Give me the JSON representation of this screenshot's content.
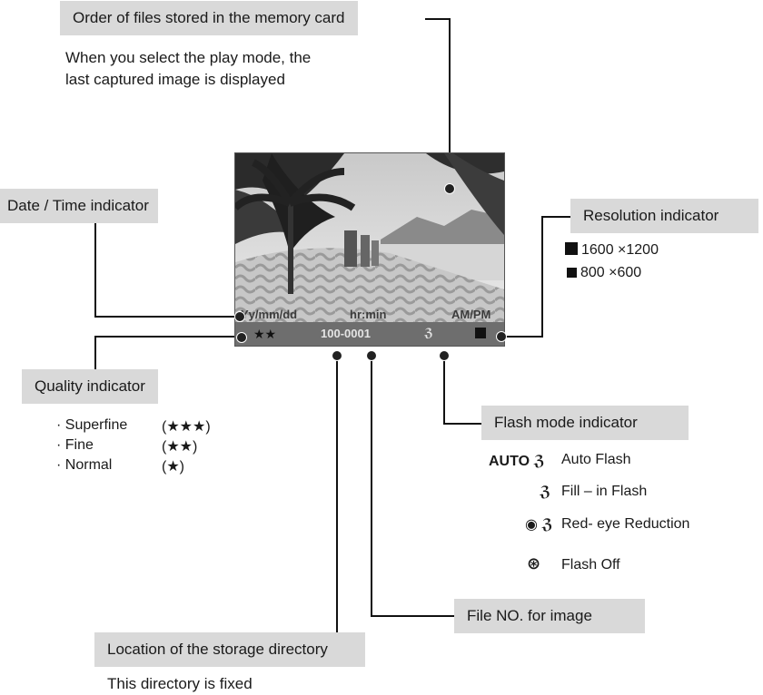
{
  "labels": {
    "order": "Order of files stored in the memory card",
    "order_desc_1": "When you select the play mode, the",
    "order_desc_2": "last captured image is displayed",
    "datetime": "Date / Time indicator",
    "resolution": "Resolution indicator",
    "quality": "Quality indicator",
    "flash": "Flash mode indicator",
    "fileno": "File NO. for image",
    "location": "Location of the storage directory",
    "location_desc": "This directory is fixed"
  },
  "screen": {
    "date": "Yy/mm/dd",
    "time": "hr:min",
    "ampm": "AM/PM",
    "quality_stars": "★★",
    "file_number": "100-0001",
    "flash_symbol": "ℨ"
  },
  "resolutions": [
    {
      "text": "1600 ×1200"
    },
    {
      "text": "800 ×600"
    }
  ],
  "quality_levels": [
    {
      "name": "Superfine",
      "stars": "(★★★)"
    },
    {
      "name": "Fine",
      "stars": "(★★)"
    },
    {
      "name": "Normal",
      "stars": "(★)"
    }
  ],
  "flash_modes": [
    {
      "symbol": "AUTO ℨ",
      "label": "Auto Flash"
    },
    {
      "symbol": "ℨ",
      "label": "Fill – in Flash"
    },
    {
      "symbol": "◉ ℨ",
      "label": "Red- eye Reduction"
    },
    {
      "symbol": "⊛",
      "label": "Flash Off"
    }
  ]
}
